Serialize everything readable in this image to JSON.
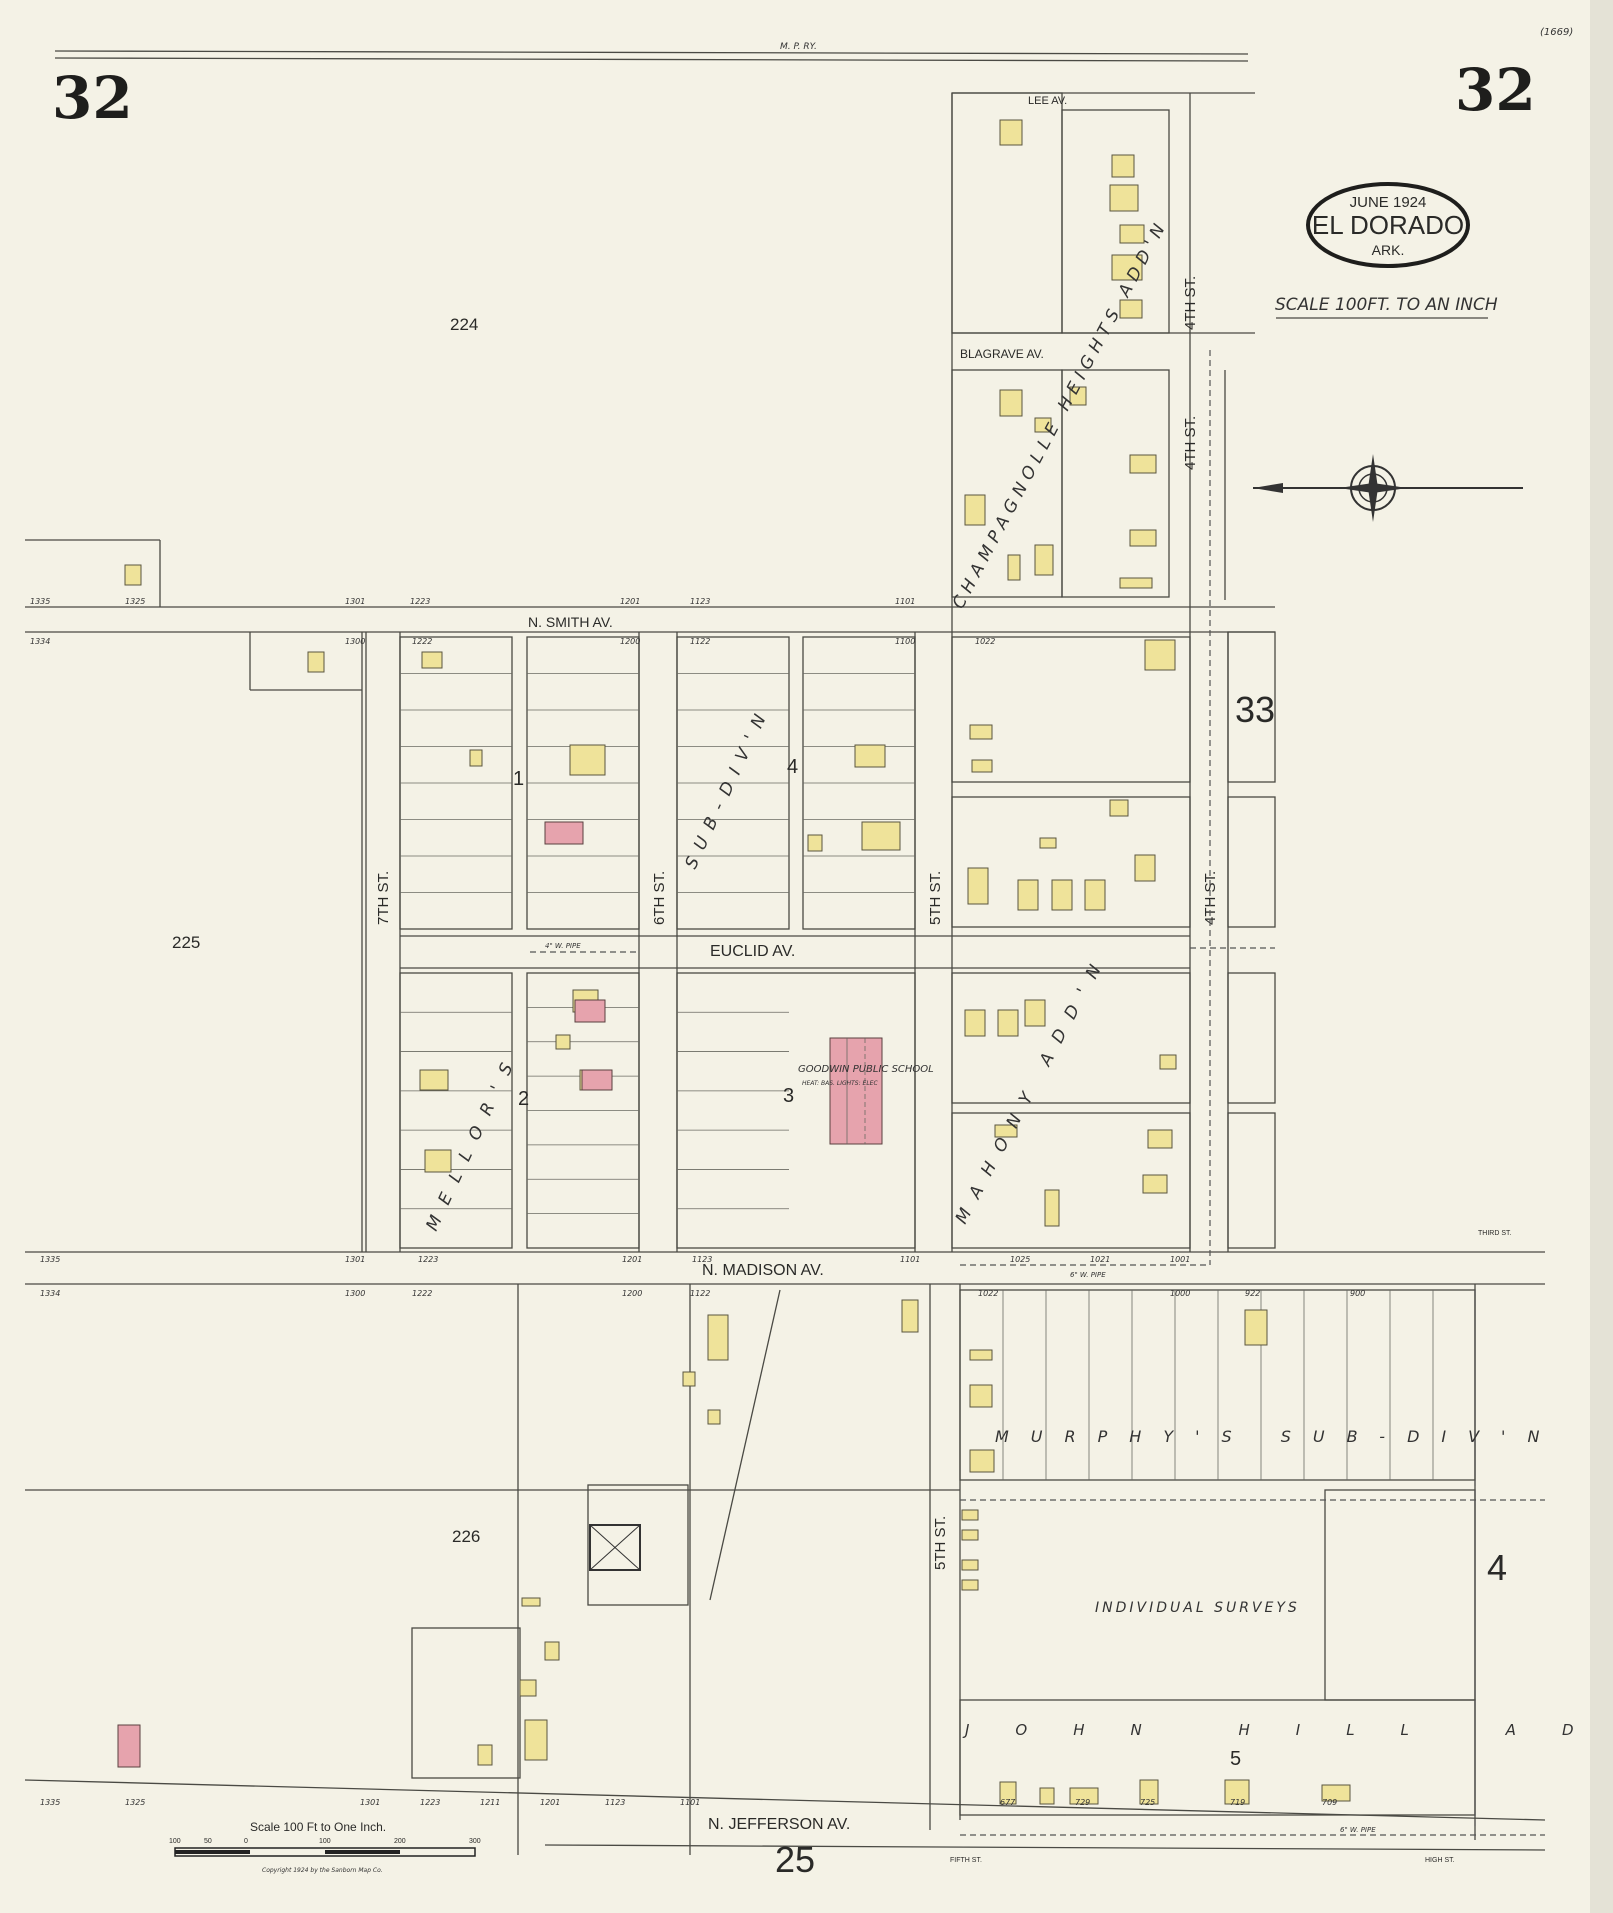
{
  "sheet": {
    "number": "32",
    "sheet_ref": "(1669)",
    "railroad": "M. P. RY.",
    "title_date": "JUNE 1924",
    "title_city": "EL DORADO",
    "title_state": "ARK.",
    "scale_note": "SCALE 100FT. TO AN INCH",
    "scale_bar_title": "Scale 100 Ft to One Inch.",
    "scale_bar_ticks": [
      "100",
      "50",
      "0",
      "100",
      "200",
      "300"
    ],
    "copyright": "Copyright 1924 by the Sanborn Map Co.",
    "adjacent_sheets": [
      "33",
      "4",
      "25"
    ]
  },
  "streets": {
    "lee": "LEE AV.",
    "blagrave": "BLAGRAVE AV.",
    "smith": "N. SMITH AV.",
    "euclid": "EUCLID AV.",
    "madison": "N. MADISON AV.",
    "jefferson": "N. JEFFERSON AV.",
    "seventh": "7TH ST.",
    "sixth": "6TH ST.",
    "fifth": "5TH ST.",
    "fourth": "4TH ST.",
    "third": "THIRD ST.",
    "high": "HIGH ST.",
    "fifth_short": "FIFTH ST."
  },
  "blocks": [
    "224",
    "225",
    "226",
    "1",
    "2",
    "3",
    "4",
    "5"
  ],
  "additions": {
    "champagnolle": "CHAMPAGNOLLE HEIGHTS ADD'N",
    "bodiv": "SUB-DIV'N",
    "mellor": "MELLOR'S",
    "mahony": "MAHONY ADD'N",
    "murphy": "MURPHY'S SUB-DIV'N",
    "individual": "INDIVIDUAL SURVEYS",
    "johnhill": "JOHN HILL ADD'N"
  },
  "landmarks": {
    "school": "GOODWIN PUBLIC SCHOOL",
    "school_note": "HEAT: BAS. LIGHTS: ELEC",
    "pipe4": "4\" W. PIPE",
    "pipe6": "6\" W. PIPE"
  },
  "house_numbers": {
    "smith_n": [
      "1335",
      "1325",
      "1301",
      "1223",
      "1201",
      "1123",
      "1101"
    ],
    "smith_s": [
      "1334",
      "1300",
      "1222",
      "1200",
      "1122",
      "1100",
      "1022"
    ],
    "madison_n": [
      "1335",
      "1301",
      "1223",
      "1201",
      "1123",
      "1101",
      "1025",
      "1021",
      "1001"
    ],
    "madison_s": [
      "1334",
      "1300",
      "1222",
      "1200",
      "1122",
      "1022",
      "1000",
      "922",
      "900"
    ],
    "jefferson": [
      "1335",
      "1325",
      "1301",
      "1223",
      "1211",
      "1201",
      "1123",
      "1101",
      "677",
      "729",
      "725",
      "719",
      "709"
    ]
  },
  "colors": {
    "paper": "#f4f2e6",
    "frame_dwelling": "#efe39a",
    "brick": "#e6a3ad",
    "ink": "#2a2a28"
  }
}
